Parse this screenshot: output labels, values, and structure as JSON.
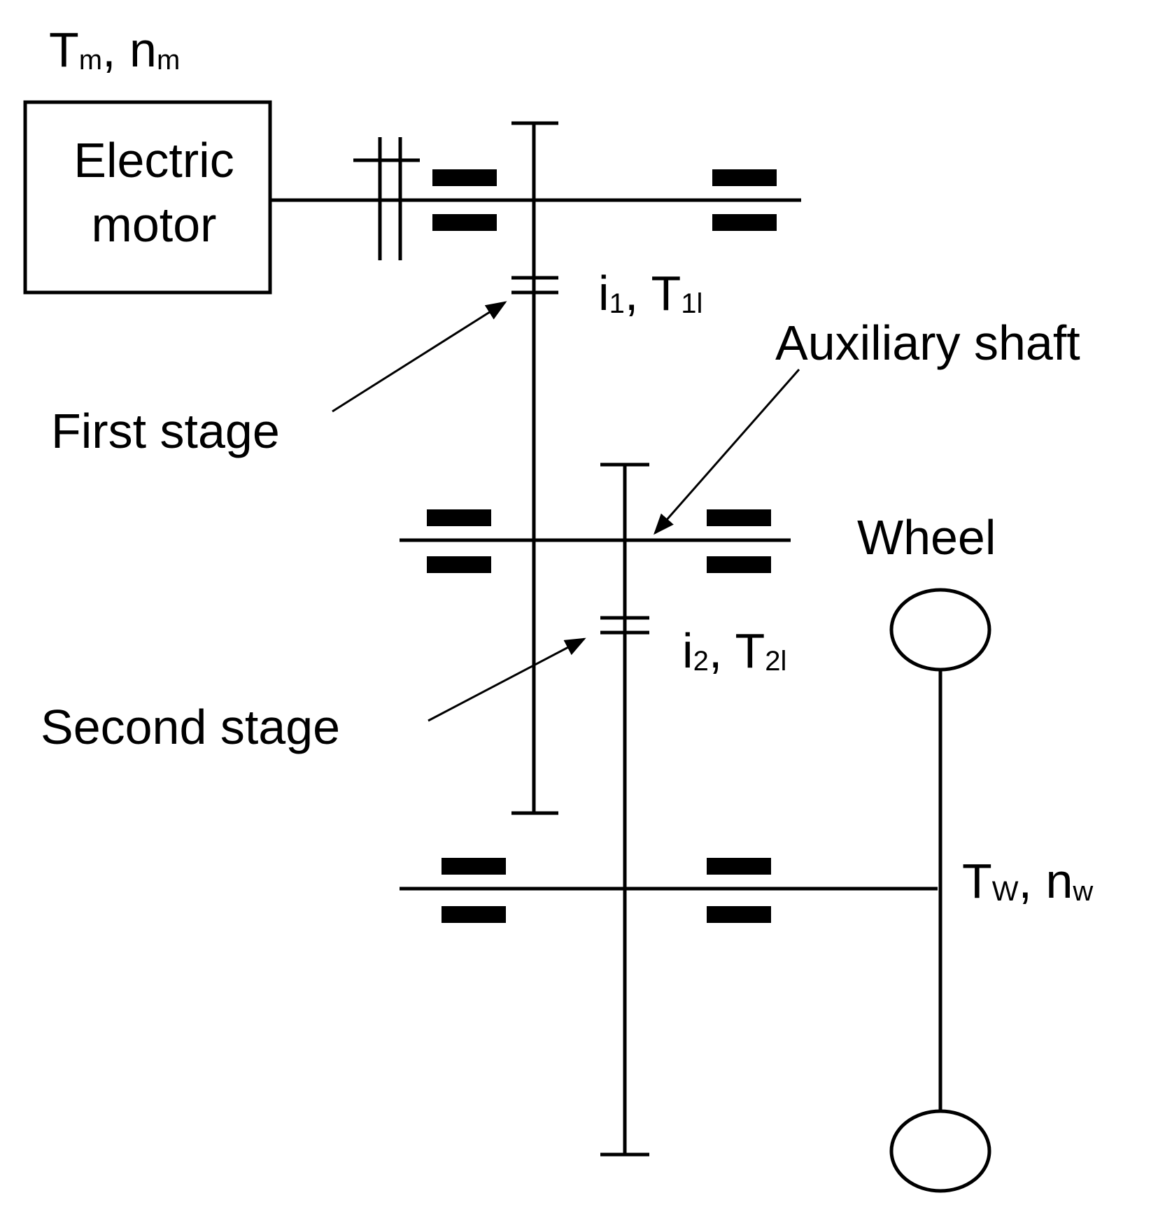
{
  "diagram": {
    "motor_input": {
      "symbol": "T",
      "sub1": "m",
      "sep": ", ",
      "symbol2": "n",
      "sub2": "m"
    },
    "motor_box": {
      "line1": "Electric",
      "line2": "motor"
    },
    "stage1_ratio": {
      "symbol": "i",
      "sub1": "1",
      "sep": ", ",
      "symbol2": "T",
      "sub2": "1l"
    },
    "stage2_ratio": {
      "symbol": "i",
      "sub1": "2",
      "sep": ", ",
      "symbol2": "T",
      "sub2": "2l"
    },
    "first_stage_label": "First stage",
    "second_stage_label": "Second stage",
    "auxiliary_shaft_label": "Auxiliary shaft",
    "wheel_label": "Wheel",
    "wheel_output": {
      "symbol": "T",
      "sub1": "W",
      "sep": ", ",
      "symbol2": "n",
      "sub2": "w"
    }
  }
}
